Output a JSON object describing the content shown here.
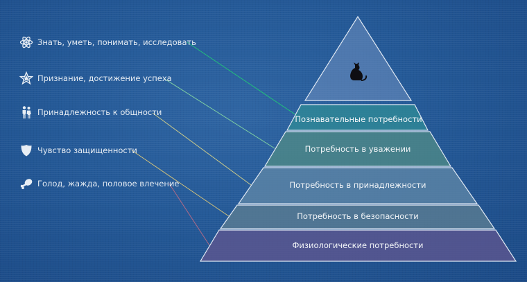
{
  "pyramid": {
    "apex_icon": "cat-silhouette-icon",
    "tiers": [
      {
        "label": "Познавательные потребности",
        "color": "#2f8a96"
      },
      {
        "label": "Потребность в уважении",
        "color": "#4f8a86"
      },
      {
        "label": "Потребность в принадлежности",
        "color": "#5f86a6"
      },
      {
        "label": "Потребность в безопасности",
        "color": "#5c7e92"
      },
      {
        "label": "Физиологические потребности",
        "color": "#5f5690"
      }
    ],
    "apex_color": "#6f8fbf"
  },
  "needs": [
    {
      "label": "Знать, уметь, понимать, исследовать",
      "icon": "atom-icon",
      "line_color": "#22c07a"
    },
    {
      "label": "Признание, достижение успеха",
      "icon": "star-icon",
      "line_color": "#7fcfa2"
    },
    {
      "label": "Принадлежность к общности",
      "icon": "people-icon",
      "line_color": "#c9c98a"
    },
    {
      "label": "Чувство защищенности",
      "icon": "shield-icon",
      "line_color": "#d4c37a"
    },
    {
      "label": "Голод, жажда, половое влечение",
      "icon": "drumstick-icon",
      "line_color": "#b06a86"
    }
  ]
}
